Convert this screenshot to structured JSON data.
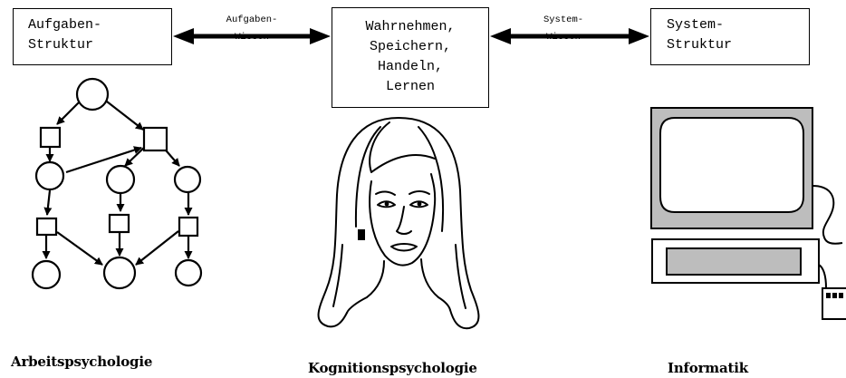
{
  "boxes": {
    "task_structure": [
      "Aufgaben-",
      "Struktur"
    ],
    "cognition": [
      "Wahrnehmen,",
      "Speichern,",
      "Handeln,",
      "Lernen"
    ],
    "system_structure": [
      "System-",
      "Struktur"
    ]
  },
  "arrows": {
    "task_knowledge": [
      "Aufgaben-",
      "Wissen"
    ],
    "system_knowledge": [
      "System-",
      "Wissen"
    ]
  },
  "captions": {
    "left": "Arbeitspsychologie",
    "center": "Kognitionspsychologie",
    "right": "Informatik"
  },
  "icons": {
    "left": "task-network-icon",
    "center": "woman-face-icon",
    "right": "computer-terminal-icon"
  },
  "colors": {
    "line": "#000000",
    "monitor_gray": "#bdbdbd",
    "screen_gray": "#d0d0d0"
  }
}
